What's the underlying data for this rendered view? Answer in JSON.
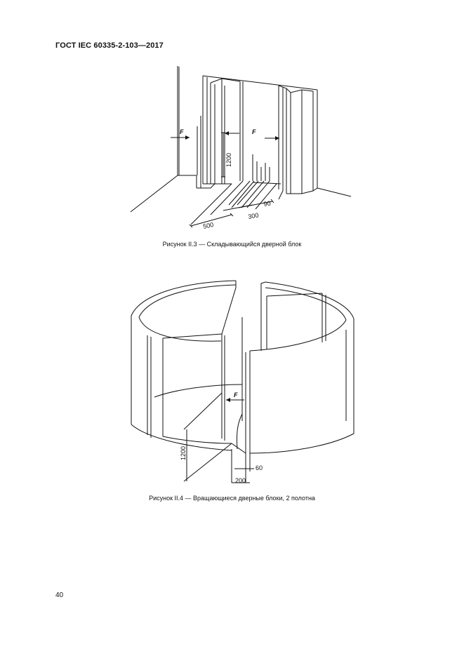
{
  "header": {
    "standard": "ГОСТ IEC 60335-2-103—2017"
  },
  "figure3": {
    "caption": "Рисунок II.3 — Складывающийся дверной блок",
    "labels": {
      "force_left": "F",
      "force_center": "F",
      "height": "1200",
      "dim_90": "90",
      "dim_300": "300",
      "dim_500": "500"
    }
  },
  "figure4": {
    "caption": "Рисунок II.4 — Вращающиеся дверные блоки, 2 полотна",
    "labels": {
      "force": "F",
      "height": "1200",
      "dim_60": "60",
      "dim_200": "200"
    }
  },
  "footer": {
    "page_number": "40"
  }
}
